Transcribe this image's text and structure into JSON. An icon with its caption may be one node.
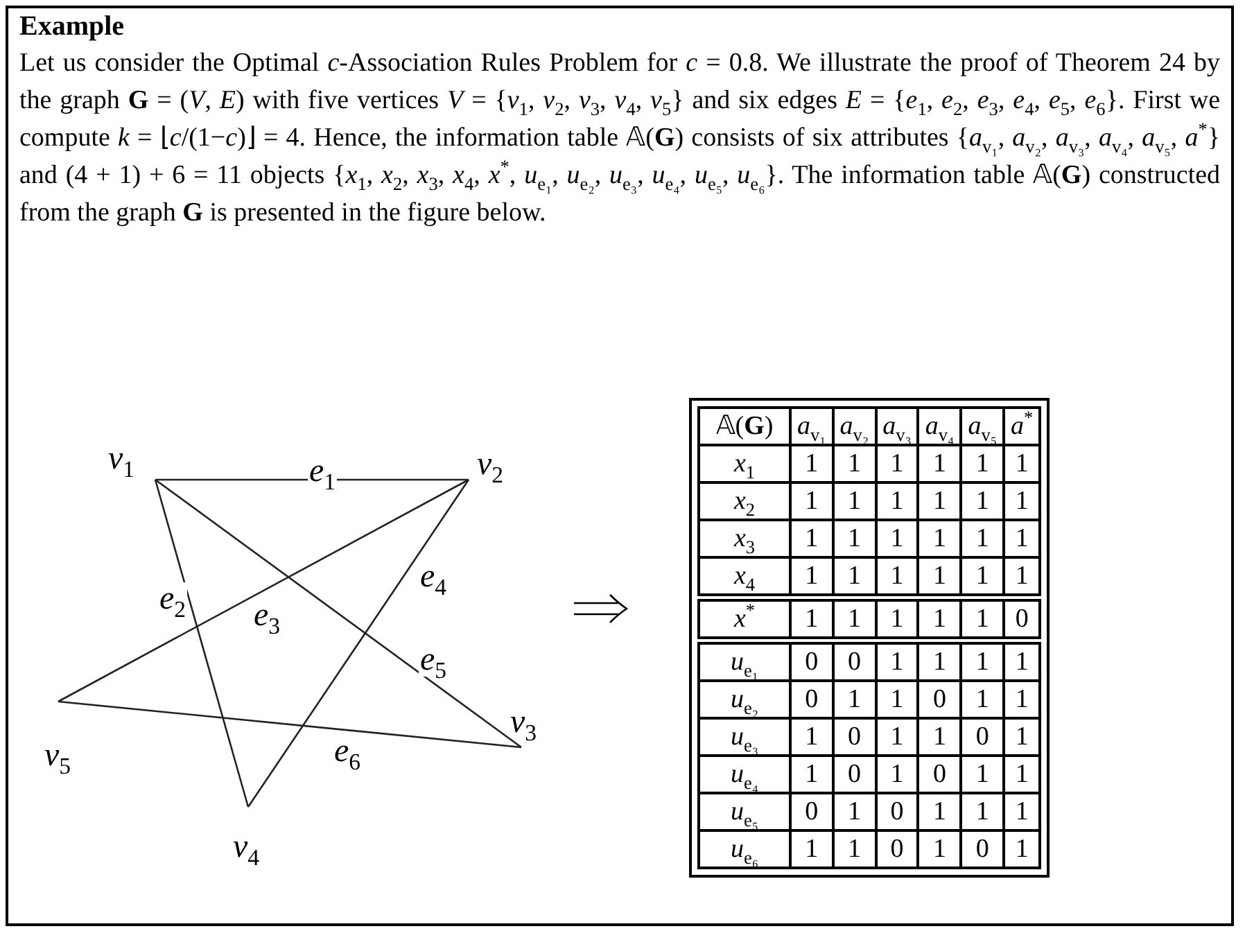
{
  "diagram": {
    "title": "Example",
    "caption": "Let us consider the Optimal *c*-Association Rules Problem for *c* = 0.8. We illustrate the proof of Theorem 24 by the graph **G** = (*V*, *E*) with five vertices *V* = {*v*$_{1}$, *v*$_{2}$, *v*$_{3}$, *v*$_{4}$, *v*$_{5}$} and six edges *E* = {*e*$_{1}$, *e*$_{2}$, *e*$_{3}$, *e*$_{4}$, *e*$_{5}$, *e*$_{6}$}. First we compute *k* = ⌊*c*/(1−*c*)⌋ = 4. Hence, the information table 𝔸(**G**) consists of six attributes {*a*$_{v₁}$, *a*$_{v₂}$, *a*$_{v₃}$, *a*$_{v₄}$, *a*$_{v₅}$, *a*$^{*}$} and (4 + 1) + 6 = 11 objects {*x*$_{1}$, *x*$_{2}$, *x*$_{3}$, *x*$_{4}$, *x*$^{*}$, *u*$_{e₁}$, *u*$_{e₂}$, *u*$_{e₃}$, *u*$_{e₄}$, *u*$_{e₅}$, *u*$_{e₆}$}. The information table 𝔸(**G**) constructed from the graph **G** is presented in the figure below.",
    "nodes": [
      {
        "text": [
          "*v*$_{1}$"
        ]
      },
      {
        "text": [
          "*v*$_{2}$"
        ]
      },
      {
        "text": [
          "*v*$_{3}$"
        ]
      },
      {
        "text": [
          "*v*$_{4}$"
        ]
      },
      {
        "text": [
          "*v*$_{5}$"
        ]
      }
    ],
    "edges": [
      {
        "from": 0,
        "to": 1,
        "arrow": "none",
        "label": "*e*$_{1}$"
      },
      {
        "from": 0,
        "to": 3,
        "arrow": "none",
        "label": "*e*$_{2}$"
      },
      {
        "from": 1,
        "to": 4,
        "arrow": "none",
        "label": "*e*$_{3}$"
      },
      {
        "from": 1,
        "to": 3,
        "arrow": "none",
        "label": "*e*$_{4}$"
      },
      {
        "from": 0,
        "to": 2,
        "arrow": "none",
        "label": "*e*$_{5}$"
      },
      {
        "from": 4,
        "to": 2,
        "arrow": "none",
        "label": "*e*$_{6}$"
      }
    ],
    "labels": [
      "𝔸(**G**)",
      "*a*$_{v₁}$",
      "*a*$_{v₂}$",
      "*a*$_{v₃}$",
      "*a*$_{v₄}$",
      "*a*$_{v₅}$",
      "*a*$^{*}$",
      "*x*$_{1}$",
      "1",
      "1",
      "1",
      "1",
      "1",
      "1",
      "*x*$_{2}$",
      "1",
      "1",
      "1",
      "1",
      "1",
      "1",
      "*x*$_{3}$",
      "1",
      "1",
      "1",
      "1",
      "1",
      "1",
      "*x*$_{4}$",
      "1",
      "1",
      "1",
      "1",
      "1",
      "1",
      "*x*$^{*}$",
      "1",
      "1",
      "1",
      "1",
      "1",
      "0",
      "*u*$_{e₁}$",
      "0",
      "0",
      "1",
      "1",
      "1",
      "1",
      "*u*$_{e₂}$",
      "0",
      "1",
      "1",
      "0",
      "1",
      "1",
      "*u*$_{e₃}$",
      "1",
      "0",
      "1",
      "1",
      "0",
      "1",
      "*u*$_{e₄}$",
      "1",
      "0",
      "1",
      "0",
      "1",
      "1",
      "*u*$_{e₅}$",
      "0",
      "1",
      "0",
      "1",
      "1",
      "1",
      "*u*$_{e₆}$",
      "1",
      "1",
      "0",
      "1",
      "0",
      "1"
    ]
  }
}
